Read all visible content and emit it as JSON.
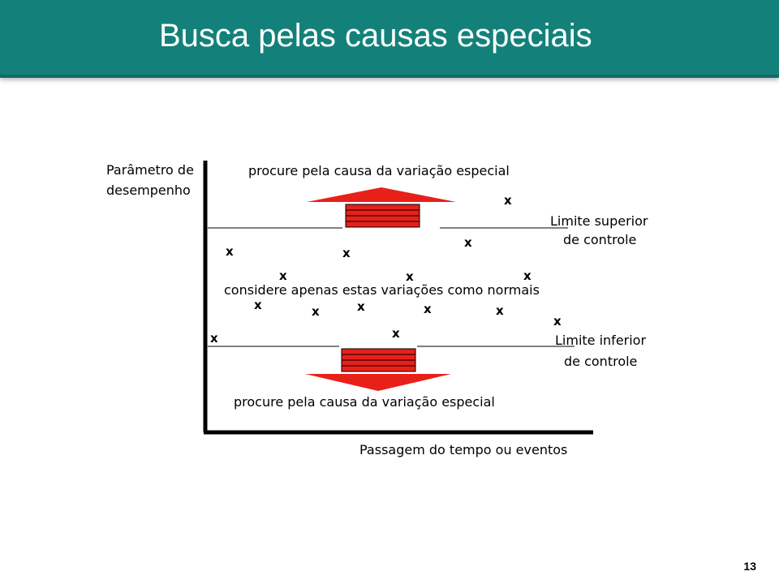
{
  "slide": {
    "title": "Busca pelas causas especiais",
    "page_number": "13"
  },
  "diagram": {
    "y_axis_label_line1": "Parâmetro de",
    "y_axis_label_line2": "desempenho",
    "x_axis_label": "Passagem do tempo ou eventos",
    "top_note": "procure pela causa da variação especial",
    "middle_note": "considere apenas estas variações como normais",
    "bottom_note": "procure pela causa da variação especial",
    "upper_limit_line1": "Limite superior",
    "upper_limit_line2": "de controle",
    "lower_limit_line1": "Limite inferior",
    "lower_limit_line2": "de controle",
    "point_marker": "x",
    "arrow_color": "#e8201a",
    "header_color": "#13817a"
  }
}
